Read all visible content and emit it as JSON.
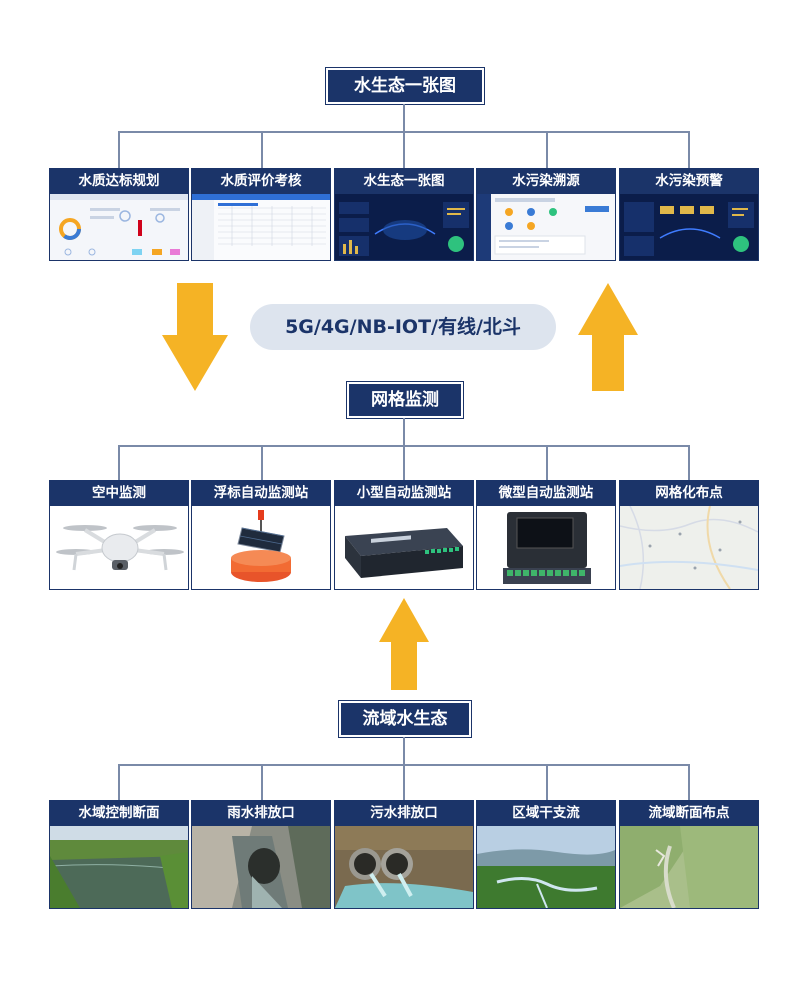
{
  "top": {
    "title": "水生态一张图",
    "cards": [
      {
        "label": "水质达标规划"
      },
      {
        "label": "水质评价考核"
      },
      {
        "label": "水生态一张图"
      },
      {
        "label": "水污染溯源"
      },
      {
        "label": "水污染预警"
      }
    ]
  },
  "network": "5G/4G/NB-IOT/有线/北斗",
  "middle": {
    "title": "网格监测",
    "cards": [
      {
        "label": "空中监测"
      },
      {
        "label": "浮标自动监测站"
      },
      {
        "label": "小型自动监测站"
      },
      {
        "label": "微型自动监测站"
      },
      {
        "label": "网格化布点"
      }
    ]
  },
  "bottom": {
    "title": "流域水生态",
    "cards": [
      {
        "label": "水域控制断面"
      },
      {
        "label": "雨水排放口"
      },
      {
        "label": "污水排放口"
      },
      {
        "label": "区域干支流"
      },
      {
        "label": "流域断面布点"
      }
    ]
  },
  "colors": {
    "navy": "#1b3469",
    "arrow": "#f5b325",
    "pill": "#dde4ee"
  }
}
